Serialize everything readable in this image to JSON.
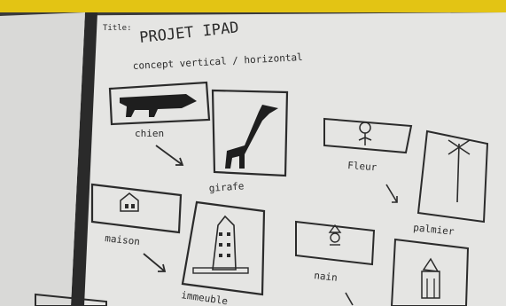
{
  "colors": {
    "accent": "#e3c414",
    "paper": "#e8e8e6",
    "ink": "#2b2b2b",
    "dark": "#1f1f1f"
  },
  "sketch": {
    "title": "PROJET IPAD",
    "title_prefix": "Title:",
    "subtitle": "concept vertical / horizontal",
    "labels": {
      "chien": "chien",
      "girafe": "girafe",
      "fleur": "Fleur",
      "palmier": "palmier",
      "maison": "maison",
      "immeuble": "immeuble",
      "nain": "nain"
    }
  }
}
